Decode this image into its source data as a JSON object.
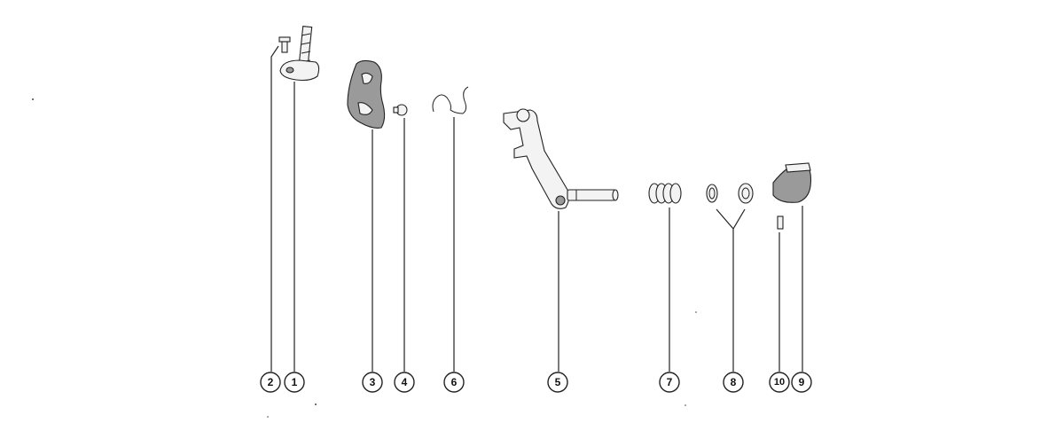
{
  "callouts": [
    {
      "id": "2",
      "label": "2"
    },
    {
      "id": "1",
      "label": "1"
    },
    {
      "id": "3",
      "label": "3"
    },
    {
      "id": "4",
      "label": "4"
    },
    {
      "id": "6",
      "label": "6"
    },
    {
      "id": "5",
      "label": "5"
    },
    {
      "id": "7",
      "label": "7"
    },
    {
      "id": "8",
      "label": "8"
    },
    {
      "id": "10",
      "label": "10"
    },
    {
      "id": "9",
      "label": "9"
    }
  ]
}
